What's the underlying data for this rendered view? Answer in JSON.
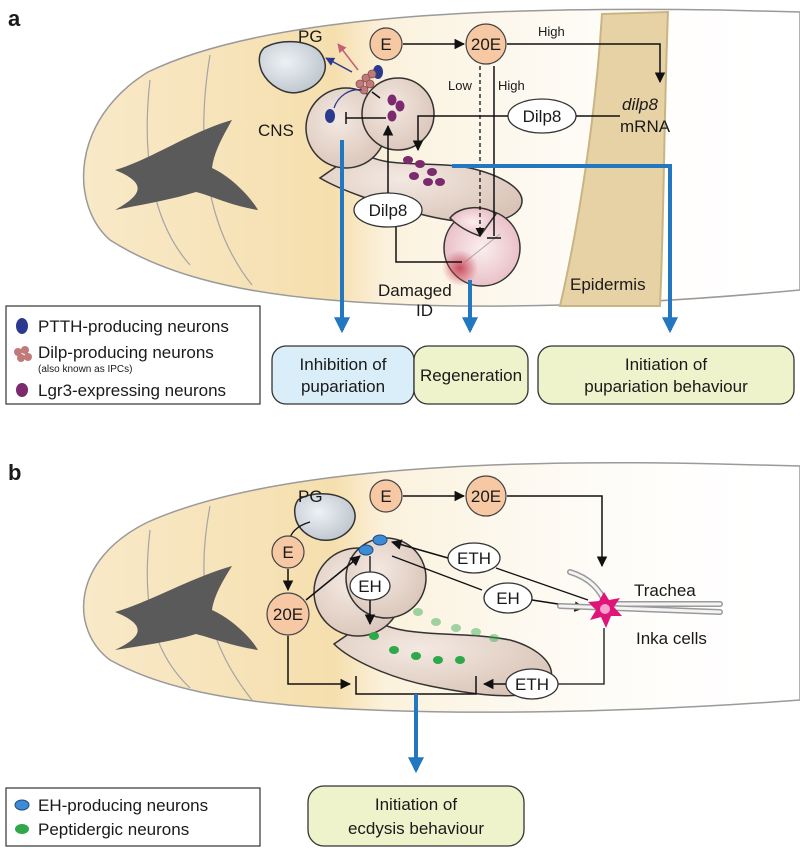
{
  "panel_a": {
    "letter": "a",
    "labels": {
      "pg": "PG",
      "e": "E",
      "20e": "20E",
      "high_top": "High",
      "low": "Low",
      "high_mid": "High",
      "dilp8_right": "Dilp8",
      "dilp8_mrna_italic": "dilp8",
      "dilp8_mrna_word": "mRNA",
      "cns": "CNS",
      "dilp8_left": "Dilp8",
      "damaged": "Damaged",
      "id": "ID",
      "epidermis": "Epidermis"
    },
    "legend": {
      "item1": "PTTH-producing neurons",
      "item2": "Dilp-producing neurons",
      "item2_sub": "(also known as IPCs)",
      "item3": "Lgr3-expressing neurons"
    },
    "outcomes": {
      "inhibition_line1": "Inhibition of",
      "inhibition_line2": "pupariation",
      "regeneration": "Regeneration",
      "initiation_line1": "Initiation of",
      "initiation_line2": "pupariation behaviour"
    }
  },
  "panel_b": {
    "letter": "b",
    "labels": {
      "pg": "PG",
      "e_top": "E",
      "20e_top": "20E",
      "e_left": "E",
      "20e_left": "20E",
      "eth_top": "ETH",
      "eh_mid": "EH",
      "eh_inner": "EH",
      "eth_bottom": "ETH",
      "trachea": "Trachea",
      "inka": "Inka cells"
    },
    "legend": {
      "item1": "EH-producing neurons",
      "item2": "Peptidergic neurons"
    },
    "outcome": {
      "line1": "Initiation of",
      "line2": "ecdysis behaviour"
    }
  },
  "colors": {
    "hormone_fill": "#f6c9a4",
    "outcome_blue": "#d9eef8",
    "outcome_green": "#eef3cc",
    "arrow_blue": "#2377c0",
    "body_fill": "#f7e6c3",
    "ptth_neuron": "#2b3a8f",
    "dilp_neuron": "#c07a7a",
    "lgr3_neuron": "#7b2a6e",
    "eh_neuron": "#3d8bd6",
    "peptidergic_neuron": "#2fa84a",
    "inka": "#e0157a"
  }
}
